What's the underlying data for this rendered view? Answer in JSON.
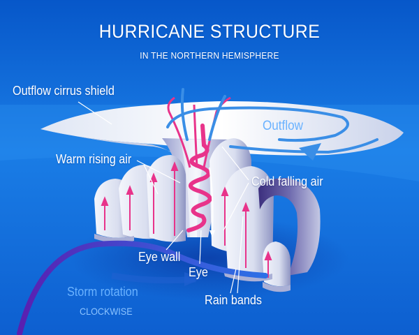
{
  "title": "HURRICANE STRUCTURE",
  "subtitle": "IN THE NORTHERN HEMISPHERE",
  "labels": {
    "outflow_cirrus_shield": "Outflow cirrus shield",
    "outflow": "Outflow",
    "warm_rising_air": "Warm rising air",
    "cold_falling_air": "Cold falling air",
    "eye_wall": "Eye wall",
    "eye": "Eye",
    "rain_bands": "Rain bands",
    "storm_rotation": "Storm rotation",
    "rotation_direction": "CLOCKWISE"
  },
  "colors": {
    "sky_top": "#0a62d6",
    "sky_bottom": "#1c86ea",
    "warm_air": "#e8338a",
    "cold_air": "#ffffff",
    "outflow_arrow": "#3a8ee6",
    "rotation_arrow": "#5a1fb0",
    "cloud": "#eef2fb"
  }
}
